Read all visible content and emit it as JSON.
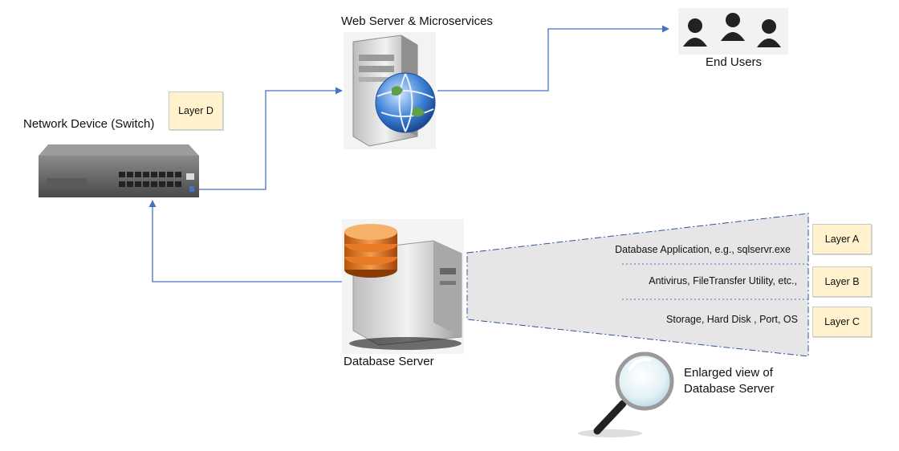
{
  "nodes": {
    "web_server": "Web Server & Microservices",
    "end_users": "End Users",
    "network_device": "Network Device (Switch)",
    "database_server": "Database Server",
    "enlarged_view_line1": "Enlarged view of",
    "enlarged_view_line2": "Database Server"
  },
  "layer_notes": {
    "layer_a": "Layer A",
    "layer_b": "Layer B",
    "layer_c": "Layer C",
    "layer_d": "Layer D"
  },
  "database_layers": {
    "application": "Database Application, e.g., sqlservr.exe",
    "utilities": "Antivirus,  FileTransfer Utility, etc.,",
    "infrastructure": "Storage, Hard Disk , Port, OS"
  },
  "colors": {
    "connector": "#4472c4",
    "note_fill": "#fff2cc",
    "panel_fill": "#e6e6e6",
    "panel_border": "#2f5597"
  },
  "icons": [
    "web-server-globe-icon",
    "end-users-icon",
    "network-switch-icon",
    "database-server-icon",
    "magnifier-icon"
  ]
}
